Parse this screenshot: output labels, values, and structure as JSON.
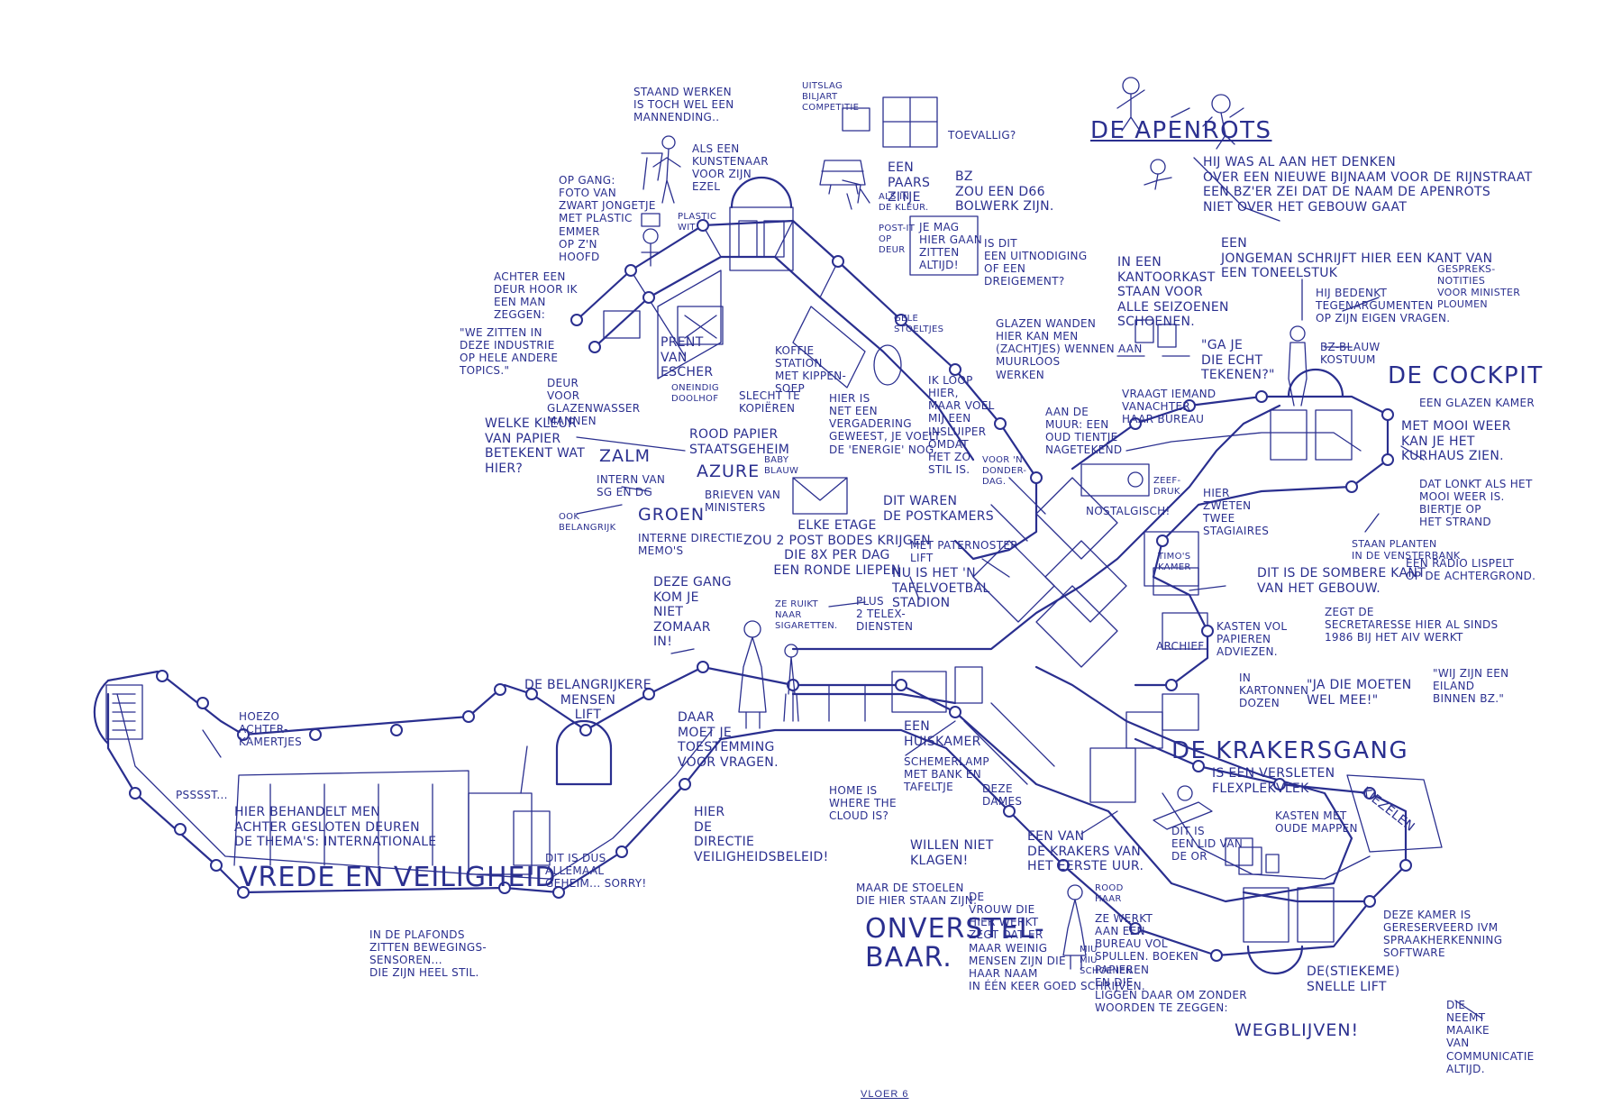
{
  "colors": {
    "ink": "#2a2f8f",
    "paper": "#ffffff"
  },
  "footer": "VLOER 6",
  "notes": {
    "staand": "STAAND WERKEN\nIS TOCH WEL EEN\nMANNENDING..",
    "kunstenaar": "ALS EEN\nKUNSTENAAR\nVOOR ZIJN\nEZEL",
    "opgang": "OP GANG:\nFOTO VAN\nZWART JONGETJE\nMET PLASTIC\nEMMER\nOP Z'N\nHOOFD",
    "plasticwit": "PLASTIC\nWIT",
    "biljart": "UITSLAG\nBILJART\nCOMPETITIE",
    "paars": "EEN\nPAARS\nZITJE",
    "toevallig": "TOEVALLIG?",
    "bz_d66": "BZ\nZOU EEN D66\nBOLWERK ZIJN.",
    "kleur": "ALS IN\nDE KLEUR.",
    "postit": "POST-IT\nOP\nDEUR",
    "postit_text": "JE MAG\nHIER GAAN\nZITTEN\nALTIJD!",
    "uitnodiging": "IS DIT\nEEN UITNODIGING\nOF EEN\nDREIGEMENT?",
    "apenrots": "DE APENROTS",
    "apenrots_story": "HIJ WAS AL AAN HET DENKEN\nOVER EEN NIEUWE BIJNAAM VOOR DE RIJNSTRAAT\nEEN BZ'ER ZEI DAT DE NAAM DE APENROTS\nNIET OVER HET GEBOUW GAAT",
    "achter_deur": "ACHTER EEN\nDEUR HOOR IK\nEEN MAN\nZEGGEN:",
    "industrie": "\"WE ZITTEN IN\nDEZE INDUSTRIE\nOP HELE ANDERE\nTOPICS.\"",
    "escher": "PRENT\nVAN\nESCHER",
    "doolhof": "ONEINDIG\nDOOLHOF",
    "koffie": "KOFFIE\nSTATION\nMET KIPPEN-\nSOEP",
    "gele": "GELE\nSTOELTJES",
    "glazen": "GLAZEN WANDEN\nHIER KAN MEN\n(ZACHTJES) WENNEN AAN\nMUURLOOS\nWERKEN",
    "kantoorkast": "IN EEN\nKANTOORKAST\nSTAAN VOOR\nALLE SEIZOENEN\nSCHOENEN.",
    "jongeman": "EEN\nJONGEMAN SCHRIJFT HIER EEN KANT VAN\nEEN TONEELSTUK",
    "tegenarg": "HIJ BEDENKT\nTEGENARGUMENTEN\nOP ZIJN EIGEN VRAGEN.",
    "gespreks": "GESPREKS-\nNOTITIES\nVOOR MINISTER\nPLOUMEN",
    "gaje": "\"GA JE\nDIE ECHT\nTEKENEN?\"",
    "bzblauw": "BZ-BLAUW\nKOSTUUM",
    "deur_glas": "DEUR\nVOOR\nGLAZENWASSER\nMANNEN",
    "slecht": "SLECHT TE\nKOPIËREN",
    "vergadering": "HIER IS\nNET EEN\nVERGADERING\nGEWEEST, JE VOELT\nDE 'ENERGIE' NOG.",
    "loop": "IK LOOP\nHIER,\nMAAR VOEL\nMIJ EEN\nINSLUIPER\nOMDAT\nHET ZO\nSTIL IS.",
    "donderdag": "VOOR 'N\nDONDER-\nDAG.",
    "muur": "AAN DE\nMUUR: EEN\nOUD TIENTJE\nNAGETEKEND",
    "vraagt": "VRAAGT IEMAND\nVANACHTER\nHAAR BUREAU",
    "cockpit": "DE COCKPIT",
    "glazen_kamer": "EEN GLAZEN KAMER",
    "mooi_weer": "MET MOOI WEER\nKAN JE HET\nKURHAUS ZIEN.",
    "welke_kleur": "WELKE KLEUR\nVAN PAPIER\nBETEKENT WAT\nHIER?",
    "rood": "ROOD PAPIER\nSTAATSGEHEIM",
    "zalm": "ZALM",
    "zalm_sub": "INTERN VAN\nSG EN DG",
    "azure": "AZURE",
    "baby": "BABY\nBLAUW",
    "brieven": "BRIEVEN VAN\nMINISTERS",
    "ook": "OOK\nBELANGRIJK",
    "groen": "GROEN",
    "groen_sub": "INTERNE DIRECTIE\nMEMO'S",
    "etage": "ELKE ETAGE\nZOU 2 POST BODES KRIJGEN\nDIE 8X PER DAG\nEEN RONDE LIEPEN",
    "postkamers": "DIT WAREN\nDE POSTKAMERS",
    "paternoster": "MET PATERNOSTER\nLIFT",
    "tafelvoetbal": "NU IS HET 'N\nTAFELVOETBAL\nSTADION",
    "zeefdruk": "ZEEF-\nDRUK",
    "nostalgisch": "NOSTALGISCH!",
    "zweten": "HIER\nZWETEN\nTWEE\nSTAGIAIRES",
    "lonkt": "DAT LONKT ALS HET\nMOOI WEER IS.\nBIERTJE OP\nHET STRAND",
    "gang": "DEZE GANG\nKOM JE\nNIET\nZOMAAR\nIN!",
    "sigaret": "ZE RUIKT\nNAAR\nSIGARETTEN.",
    "telex": "PLUS\n2 TELEX-\nDIENSTEN",
    "timo": "TIMO'S\nKAMER",
    "sombere": "DIT IS DE SOMBERE KANT\nVAN HET GEBOUW.",
    "planten": "STAAN PLANTEN\nIN DE VENSTERBANK",
    "radio": "EEN RADIO LISPELT\nOP DE ACHTERGROND.",
    "secretaresse": "ZEGT DE\nSECRETARESSE HIER AL SINDS\n1986 BIJ HET AIV WERKT",
    "eiland": "\"WIJ ZIJN EEN\nEILAND\nBINNEN BZ.\"",
    "archief": "ARCHIEF",
    "kasten": "KASTEN VOL\nPAPIEREN\nADVIEZEN.",
    "kartonnen": "IN\nKARTONNEN\nDOZEN",
    "moeten": "\"JA DIE MOETEN\nWEL MEE!\"",
    "belangrijkere": "DE BELANGRIJKERE\nMENSEN\nLIFT",
    "toestemming": "DAAR\nMOET JE\nTOESTEMMING\nVOOR VRAGEN.",
    "directie": "HIER\nDE\nDIRECTIE\nVEILIGHEIDSBELEID!",
    "hoezo": "HOEZO\nACHTER-\nKAMERTJES",
    "psst": "PSSSST...",
    "behandelt": "HIER BEHANDELT MEN\nACHTER GESLOTEN DEUREN\nDE THEMA'S: INTERNATIONALE",
    "vrede": "VREDE EN VEILIGHEID",
    "geheim": "DIT IS DUS\nALLEMAAL\nGEHEIM... SORRY!",
    "plafonds": "IN DE PLAFONDS\nZITTEN BEWEGINGS-\nSENSOREN...\nDIE ZIJN HEEL STIL.",
    "huiskamer": "EEN\nHUISKAMER",
    "schemerlamp": "SCHEMERLAMP\nMET BANK EN\nTAFELTJE",
    "cloud": "HOME IS\nWHERE THE\nCLOUD IS?",
    "dames": "DEZE\nDAMES",
    "klagen": "WILLEN NIET\nKLAGEN!",
    "stoelen": "MAAR DE STOELEN\nDIE HIER STAAN ZIJN:",
    "onverstel": "ONVERSTEL-\nBAAR.",
    "krakersgang": "DE KRAKERSGANG",
    "flexplek": "IS EEN VERSLETEN\nFLEXPLEKVLEK",
    "lid": "DIT IS\nEEN LID VAN\nDE OR",
    "eenvan": "EEN VAN\nDE KRAKERS VAN\nHET EERSTE UUR.",
    "oude_mappen": "KASTEN MET\nOUDE MAPPEN",
    "kiezelen": "KIEZELEN",
    "rood_haar": "ROOD\nHAAR",
    "vrouw": "DE\nVROUW DIE\nHIER WERKT\nZEGT DAT ER\nMAAR WEINIG\nMENSEN ZIJN DIE\nHAAR NAAM\nIN ÉÉN KEER GOED SCHRIJVEN.",
    "miu": "MIU\nMIU\nSCHOENEN",
    "bureau": "ZE WERKT\nAAN EEN\nBUREAU VOL\nSPULLEN. BOEKEN\nPAPIEREN\nEN DIE\nLIGGEN DAAR OM ZONDER\nWOORDEN TE ZEGGEN:",
    "wegblijven": "WEGBLIJVEN!",
    "spraak": "DEZE KAMER IS\nGERESERVEERD IVM\nSPRAAKHERKENNING\nSOFTWARE",
    "stiekeme": "DE(STIEKEME)\nSNELLE LIFT",
    "maaike": "DIE\nNEEMT\nMAAIKE\nVAN\nCOMMUNICATIE\nALTIJD."
  }
}
